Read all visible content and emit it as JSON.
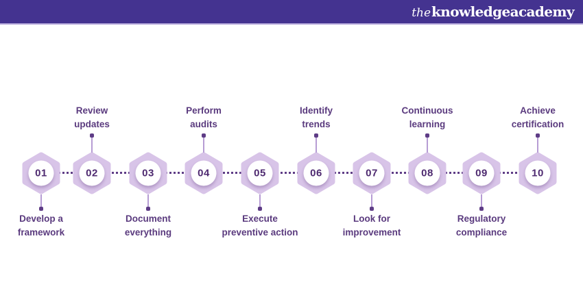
{
  "header": {
    "logo_the": "the",
    "logo_main": "knowledgeacademy"
  },
  "colors": {
    "header_bg": "#443390",
    "header_underline": "#b7abdc",
    "hexagon_fill": "#d8c4e8",
    "label_text": "#5a3a7e",
    "number_text": "#4e2a70",
    "dot_accent": "#5e3c86",
    "connector_line": "#b69cd4",
    "circle_bg": "#ffffff"
  },
  "steps": [
    {
      "number": "01",
      "label_line1": "Develop a",
      "label_line2": "framework",
      "label_position": "below"
    },
    {
      "number": "02",
      "label_line1": "Review",
      "label_line2": "updates",
      "label_position": "above"
    },
    {
      "number": "03",
      "label_line1": "Document",
      "label_line2": "everything",
      "label_position": "below"
    },
    {
      "number": "04",
      "label_line1": "Perform",
      "label_line2": "audits",
      "label_position": "above"
    },
    {
      "number": "05",
      "label_line1": "Execute",
      "label_line2": "preventive action",
      "label_position": "below"
    },
    {
      "number": "06",
      "label_line1": "Identify",
      "label_line2": "trends",
      "label_position": "above"
    },
    {
      "number": "07",
      "label_line1": "Look for",
      "label_line2": "improvement",
      "label_position": "below"
    },
    {
      "number": "08",
      "label_line1": "Continuous",
      "label_line2": "learning",
      "label_position": "above"
    },
    {
      "number": "09",
      "label_line1": "Regulatory",
      "label_line2": "compliance",
      "label_position": "below"
    },
    {
      "number": "10",
      "label_line1": "Achieve",
      "label_line2": "certification",
      "label_position": "above"
    }
  ]
}
